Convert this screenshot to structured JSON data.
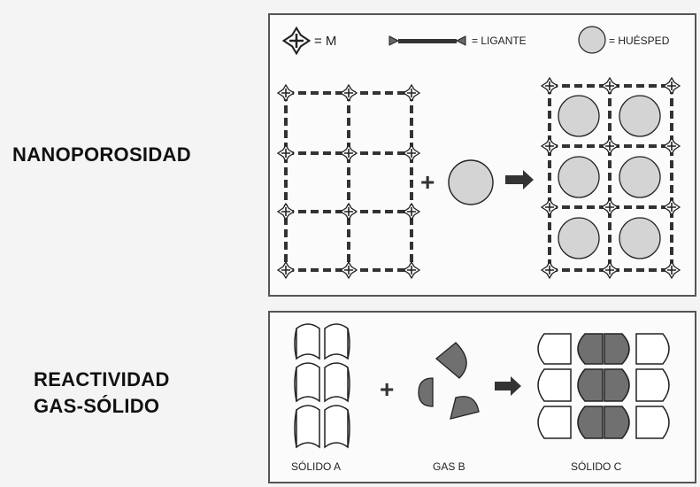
{
  "labels": {
    "nanoporosity": "NANOPOROSIDAD",
    "reactivity_line1": "REACTIVIDAD",
    "reactivity_line2": "GAS-SÓLIDO"
  },
  "legend": {
    "metal": "= M",
    "ligand": "= LIGANTE",
    "guest": "= HUÉSPED"
  },
  "symbols": {
    "plus": "+",
    "arrow": "➔"
  },
  "captions": {
    "solid_a": "SÓLIDO A",
    "gas_b": "GAS B",
    "solid_c": "SÓLIDO C"
  },
  "colors": {
    "ink": "#222222",
    "guest_fill": "#d4d4d4",
    "gas_fill": "#707070",
    "ligand_dark": "#333333",
    "node_fill": "#ffffff"
  }
}
